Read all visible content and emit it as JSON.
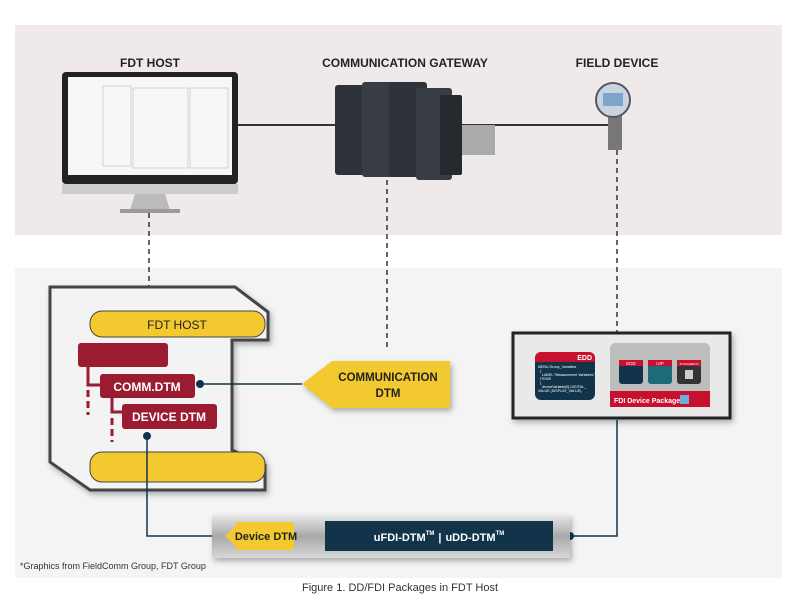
{
  "labels": {
    "fdt_host_top": "FDT HOST",
    "gateway": "COMMUNICATION GATEWAY",
    "field_device": "FIELD DEVICE",
    "fdt_host_box": "FDT HOST",
    "comm_dtm": "COMM.DTM",
    "device_dtm_node": "DEVICE DTM",
    "communication_dtm_line1": "COMMUNICATION",
    "communication_dtm_line2": "DTM",
    "device_dtm_tag": "Device DTM",
    "ufdi": "uFDI-DTM",
    "udd": "uDD-DTM",
    "tm": "TM",
    "separator": "|",
    "credit": "*Graphics from FieldComm Group, FDT Group",
    "caption": "Figure 1. DD/FDI Packages in FDT Host"
  },
  "fdi_package": {
    "edd_title": "EDD",
    "edd_code": [
      "MENU Group_Variables",
      "{",
      "LABEL \"Measurement Variables\";",
      "ITEMS",
      "{",
      "deviceVariable[0].DIGITAL_",
      "VALUE (DISPLAY_VALUE),"
    ],
    "icons": [
      "EDD",
      "UIP",
      "ATTACHMENTS"
    ],
    "package_label": "FDI Device Package"
  },
  "colors": {
    "yellow": "#f2c92e",
    "maroon": "#9b1b30",
    "navy": "#12344a",
    "red": "#c8102e"
  }
}
